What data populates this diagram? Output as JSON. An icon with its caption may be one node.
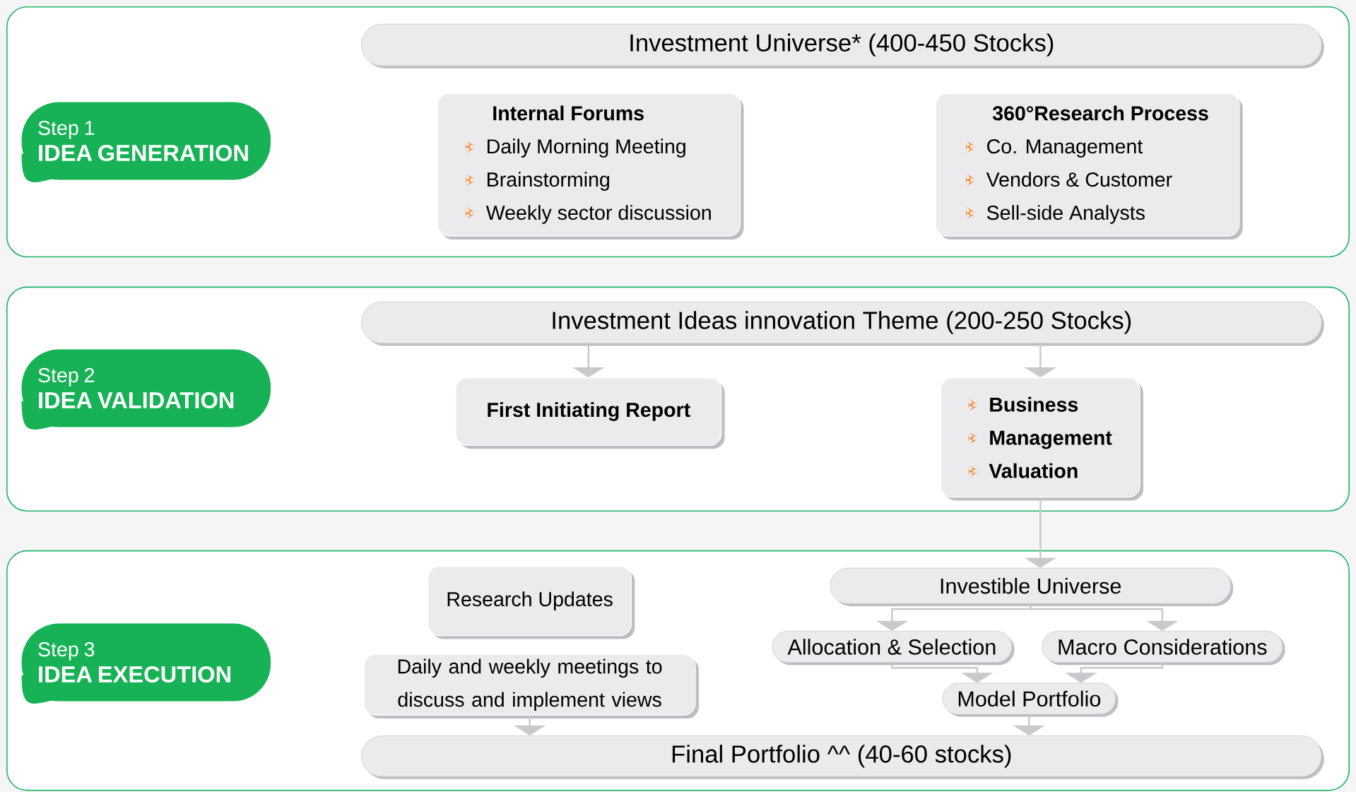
{
  "diagram": {
    "nodes": [
      {
        "text": [],
        "shape": "box"
      },
      {
        "text": [
          "Step 1",
          "IDEA GENERATION"
        ],
        "in": 0
      },
      {
        "text": [
          "Investment Universe* (400-450 Stocks)"
        ],
        "in": 0
      },
      {
        "text": [
          "Internal Forums",
          "Daily Morning Meeting",
          "Brainstorming",
          "Weekly sector discussion"
        ],
        "in": 0
      },
      {
        "text": [
          "360°Research Process",
          "Co. Management",
          "Vendors & Customer",
          "Sell-side Analysts"
        ],
        "in": 0
      },
      {
        "text": [],
        "shape": "box"
      },
      {
        "text": [
          "Step 2",
          "IDEA VALIDATION"
        ],
        "in": 5
      },
      {
        "text": [
          "Investment Ideas innovation Theme (200-250 Stocks)"
        ],
        "in": 5
      },
      {
        "text": [
          "First Initiating Report"
        ],
        "in": 5
      },
      {
        "text": [
          "Business",
          "Management",
          "Valuation"
        ],
        "in": 5
      },
      {
        "text": [],
        "shape": "box"
      },
      {
        "text": [
          "Step 3",
          "IDEA EXECUTION"
        ],
        "in": 10
      },
      {
        "text": [
          "Research Updates"
        ],
        "in": 10
      },
      {
        "text": [
          "Daily and weekly meetings to discuss and implement views"
        ],
        "in": 10
      },
      {
        "text": [
          "Investible Universe"
        ],
        "in": 10
      },
      {
        "text": [
          "Allocation & Selection"
        ],
        "in": 10
      },
      {
        "text": [
          "Macro Considerations"
        ],
        "in": 10
      },
      {
        "text": [
          "Model Portfolio"
        ],
        "in": 10
      },
      {
        "text": [
          "Final Portfolio ^^ (40-60 stocks)"
        ],
        "in": 10
      }
    ],
    "edges": [
      {
        "from": 7,
        "to": 8,
        "arrow": "to"
      },
      {
        "from": 7,
        "to": 9,
        "arrow": "to"
      },
      {
        "from": 9,
        "to": 14,
        "arrow": "to"
      },
      {
        "from": 14,
        "to": 15,
        "arrow": "to"
      },
      {
        "from": 14,
        "to": 16,
        "arrow": "to"
      },
      {
        "from": 15,
        "to": 17,
        "arrow": "to"
      },
      {
        "from": 16,
        "to": 17,
        "arrow": "to"
      },
      {
        "from": 17,
        "to": 18,
        "arrow": "to"
      },
      {
        "from": 13,
        "to": 18,
        "arrow": "to"
      }
    ]
  }
}
